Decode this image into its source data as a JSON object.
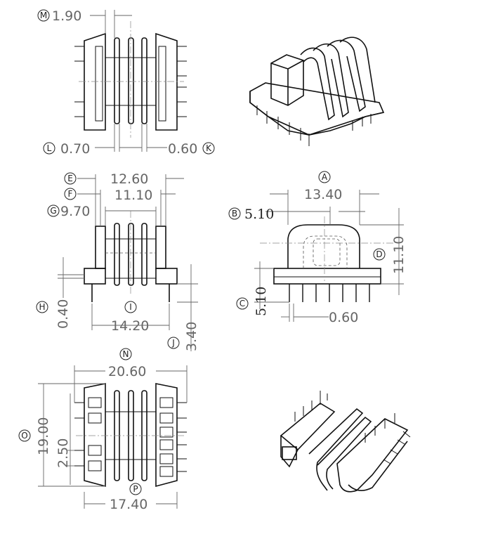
{
  "labels": [
    "M",
    "L",
    "K",
    "E",
    "F",
    "G",
    "H",
    "I",
    "J",
    "A",
    "B",
    "C",
    "D",
    "N",
    "O",
    "P"
  ],
  "dimensions": {
    "M": "1.90",
    "L": "0.70",
    "K": "0.60",
    "E": "12.60",
    "F": "11.10",
    "G": "9.70",
    "H": "0.40",
    "I": "14.20",
    "J": "3.40",
    "A": "13.40",
    "B": "5.10",
    "C": "5.10",
    "C2": "0.60",
    "D": "11.10",
    "N": "20.60",
    "O": "19.00",
    "O2": "2.50",
    "P": "17.40"
  },
  "colors": {
    "line": "#111111",
    "dimension": "#666666",
    "background": "#ffffff"
  }
}
